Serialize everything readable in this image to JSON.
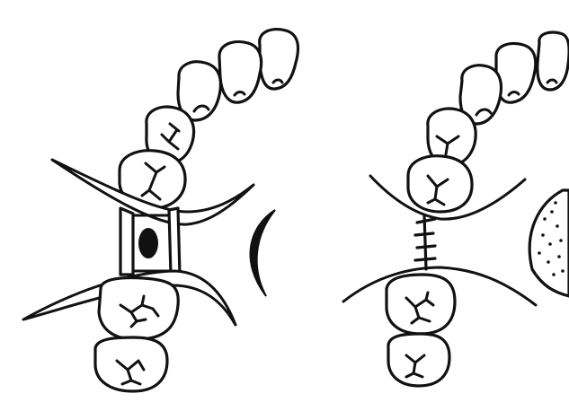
{
  "figure": {
    "panels": [
      {
        "id": "left",
        "description_name": "gap-bridged-with-appliance",
        "teeth_shown": 7,
        "features": [
          "edentulous-space",
          "oval-pontic",
          "crescent-shape"
        ]
      },
      {
        "id": "right",
        "description_name": "sutured-gap",
        "teeth_shown": 7,
        "features": [
          "suture-line",
          "stippled-crescent"
        ]
      }
    ],
    "colors": {
      "ink": "#111111",
      "paper": "#ffffff"
    }
  }
}
